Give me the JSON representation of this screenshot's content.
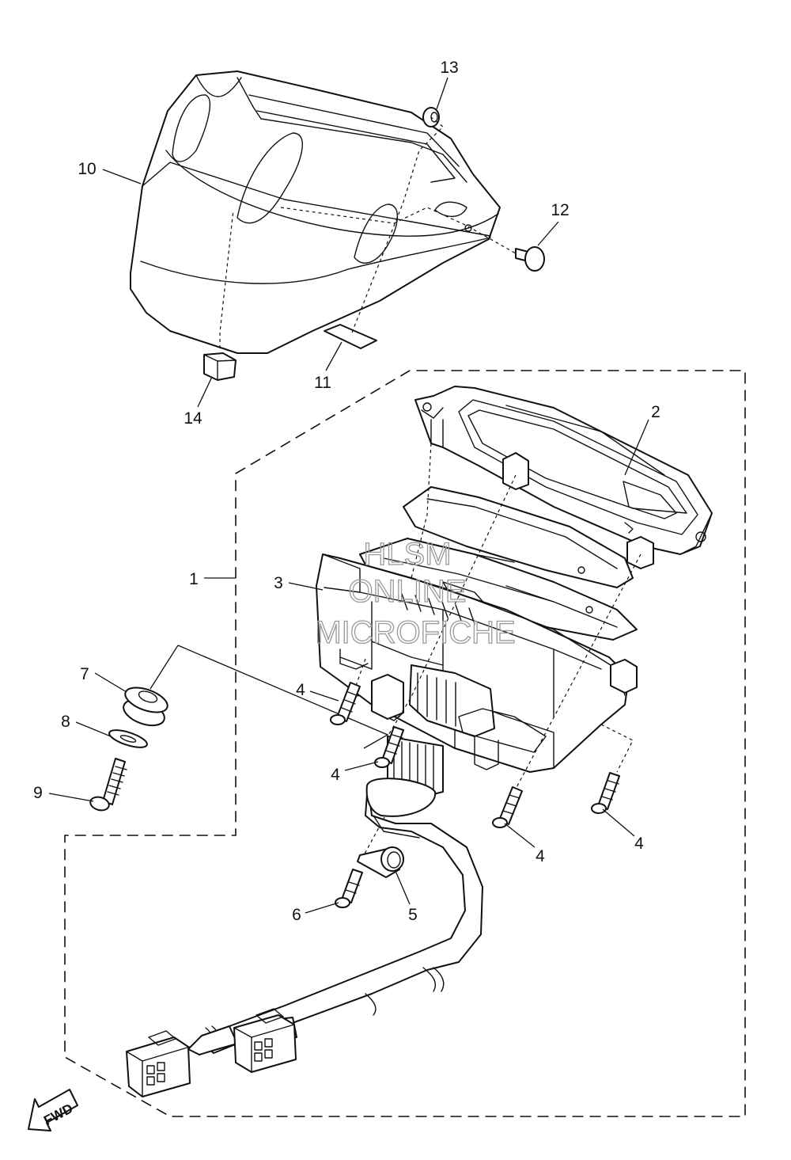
{
  "watermark": {
    "line1": "HLSM",
    "line2": "ONLINE",
    "line3": "MICROFICHE"
  },
  "callouts": [
    "1",
    "2",
    "3",
    "4",
    "4",
    "4",
    "4",
    "5",
    "6",
    "7",
    "8",
    "9",
    "10",
    "11",
    "12",
    "13",
    "14"
  ],
  "direction_indicator": {
    "label": "FWD",
    "icon": "forward-arrow-icon"
  }
}
